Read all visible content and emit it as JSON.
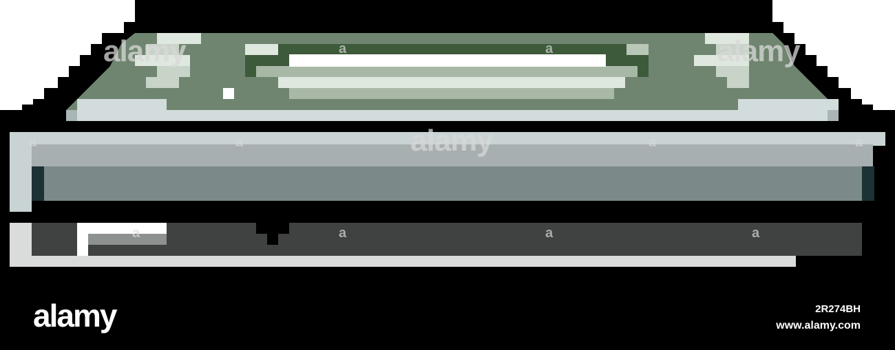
{
  "image": {
    "subject": "vcr-pixel-art-icon",
    "colors": {
      "outline": "#000000",
      "cassette_green": "#6f8570",
      "cassette_dark_green": "#3d5a3a",
      "cassette_light": "#dfe8df",
      "deck_light": "#c9d3d4",
      "deck_mid": "#a7afb0",
      "deck_dark": "#7b8988",
      "deck_edge_dark": "#1d3235",
      "base_dark": "#3f4240",
      "base_light": "#d9dcdb",
      "base_white": "#ffffff"
    }
  },
  "watermark": {
    "brand": "alamy",
    "small_mark": "a"
  },
  "footer": {
    "logo": "alamy",
    "image_id": "2R274BH",
    "url": "www.alamy.com"
  }
}
